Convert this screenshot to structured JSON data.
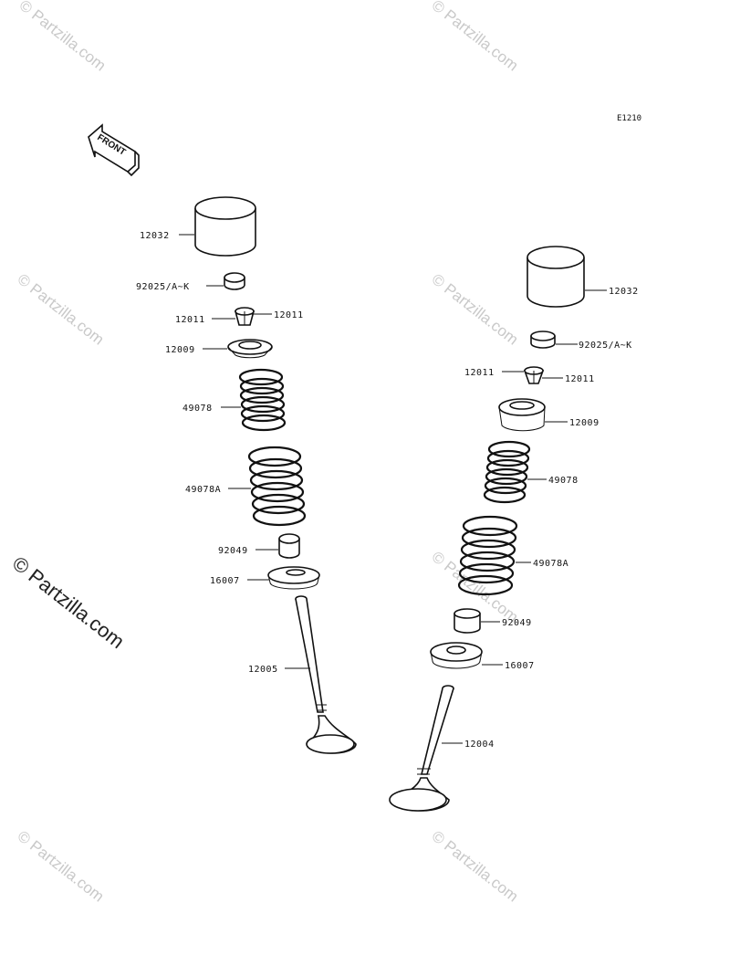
{
  "diagram_code": "E1210",
  "front_label": "FRONT",
  "watermark": "© Partzilla.com",
  "left_assembly": {
    "labels": [
      "12032",
      "92025/A~K",
      "12011",
      "12011",
      "12009",
      "49078",
      "49078A",
      "92049",
      "16007",
      "12005"
    ]
  },
  "right_assembly": {
    "labels": [
      "12032",
      "92025/A~K",
      "12011",
      "12011",
      "12009",
      "49078",
      "49078A",
      "92049",
      "16007",
      "12004"
    ]
  }
}
